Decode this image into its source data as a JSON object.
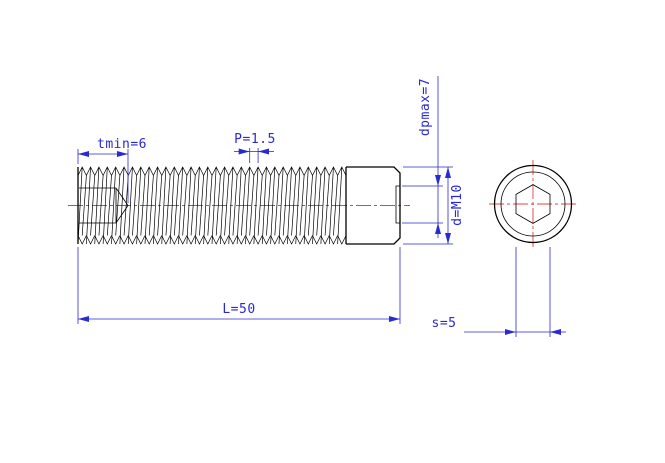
{
  "drawing": {
    "labels": {
      "tmin": "tmin=6",
      "pitch": "P=1.5",
      "dpmax": "dpmax=7",
      "thread": "d=M10",
      "length": "L=50",
      "width_across_flats": "s=5"
    },
    "colors": {
      "outline": "#000000",
      "dimension": "#2a2ad2",
      "centerline": "#e84040",
      "background": "#ffffff"
    }
  }
}
